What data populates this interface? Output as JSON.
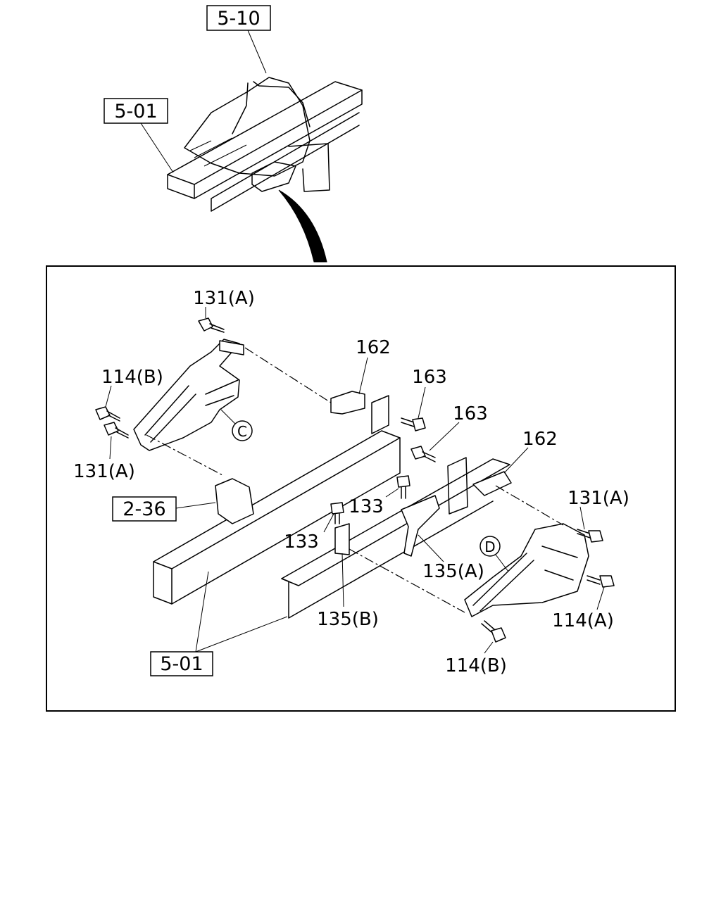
{
  "overview": {
    "ref_top": "5-10",
    "ref_left": "5-01"
  },
  "detail": {
    "ref_frame": "2-36",
    "ref_bottom": "5-01",
    "callout_c": "C",
    "callout_d": "D",
    "labels": {
      "p131a_top": "131(A)",
      "p114b_left": "114(B)",
      "p131a_left": "131(A)",
      "p162_left": "162",
      "p163_upper": "163",
      "p163_lower": "163",
      "p162_right": "162",
      "p131a_right": "131(A)",
      "p133_upper": "133",
      "p133_lower": "133",
      "p135a": "135(A)",
      "p135b": "135(B)",
      "p114a": "114(A)",
      "p114b_bottom": "114(B)"
    }
  }
}
